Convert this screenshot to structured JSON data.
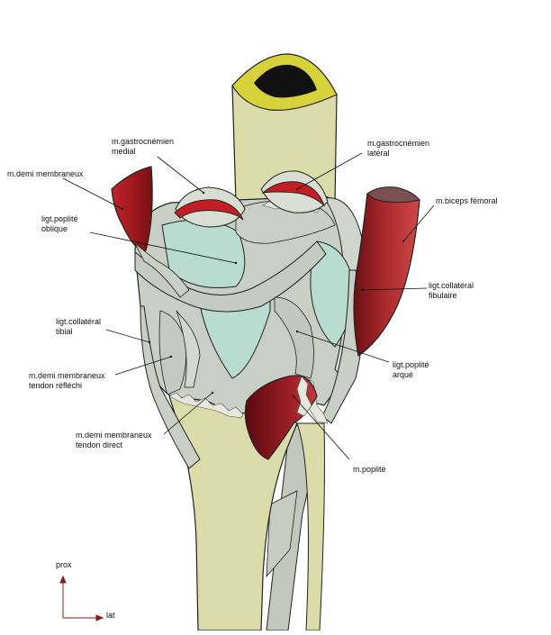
{
  "labels": {
    "gastro_medial": "m.gastrocnémien\nmedial",
    "gastro_lateral": "m.gastrocnémien\nlatéral",
    "demi_membraneux": "m.demi membraneux",
    "biceps_femoral": "m.biceps fémoral",
    "poplite_oblique": "ligt.poplité\noblique",
    "collateral_fibulaire": "ligt.collatéral\nfibulaire",
    "collateral_tibial": "ligt.collatéral\ntibial",
    "tendon_reflechi": "m.demi membraneux\ntendon réfléchi",
    "poplite_arque": "ligt.poplité\narqué",
    "tendon_direct": "m.demi membraneux\ntendon direct",
    "m_poplite": "m.poplité"
  },
  "orientation": {
    "prox": "prox",
    "lat": "lat"
  },
  "colors": {
    "bone": "#dcdcaa",
    "ligament": "#c9cfc4",
    "cartilage": "#b8dcd0",
    "muscle": "#b01c22",
    "muscle_dark": "#6a0c10",
    "arrow": "#8b1a1a"
  }
}
